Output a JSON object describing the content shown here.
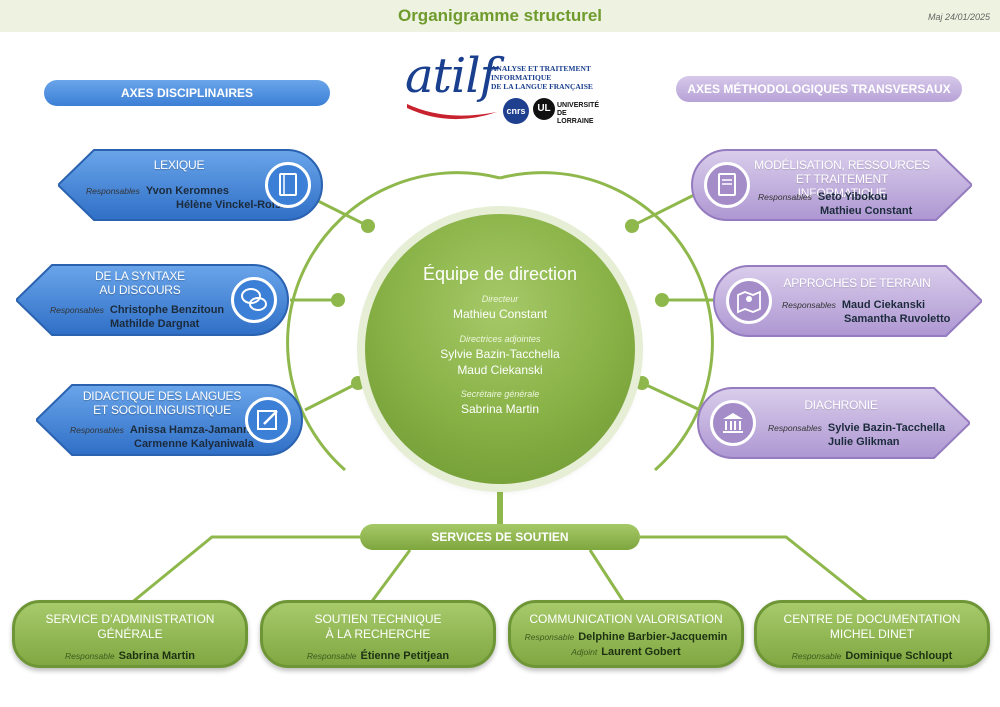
{
  "page": {
    "title": "Organigramme structurel",
    "updated": "Maj 24/01/2025"
  },
  "logo": {
    "word": "atilf",
    "tagline": [
      "ANALYSE ET TRAITEMENT",
      "INFORMATIQUE",
      "DE LA LANGUE FRANÇAISE"
    ],
    "cnrs": "cnrs",
    "ul": "UL",
    "ul_text": [
      "UNIVERSITÉ",
      "DE LORRAINE"
    ]
  },
  "headers": {
    "left": "AXES DISCIPLINAIRES",
    "right": "AXES MÉTHODOLOGIQUES TRANSVERSAUX"
  },
  "responsables_label": "Responsables",
  "responsable_label": "Responsable",
  "adjoint_label": "Adjoint",
  "left_axes": [
    {
      "title": [
        "LEXIQUE"
      ],
      "people": [
        "Yvon Keromnes",
        "Hélène Vinckel-Roisin"
      ],
      "icon": "book-icon"
    },
    {
      "title": [
        "DE LA SYNTAXE",
        "AU DISCOURS"
      ],
      "people": [
        "Christophe Benzitoun",
        "Mathilde Dargnat"
      ],
      "icon": "speech-bubbles-icon"
    },
    {
      "title": [
        "DIDACTIQUE DES LANGUES",
        "ET SOCIOLINGUISTIQUE"
      ],
      "people": [
        "Anissa Hamza-Jamann",
        "Carmenne Kalyaniwala"
      ],
      "icon": "edit-icon"
    }
  ],
  "right_axes": [
    {
      "title": [
        "MODÉLISATION, RESSOURCES",
        "ET TRAITEMENT INFORMATIQUE"
      ],
      "people": [
        "Seto Yibokou",
        "Mathieu Constant"
      ],
      "icon": "computer-icon"
    },
    {
      "title": [
        "APPROCHES DE TERRAIN"
      ],
      "people": [
        "Maud Ciekanski",
        "Samantha Ruvoletto"
      ],
      "icon": "map-pin-icon"
    },
    {
      "title": [
        "DIACHRONIE"
      ],
      "people": [
        "Sylvie Bazin-Tacchella",
        "Julie Glikman"
      ],
      "icon": "institution-icon"
    }
  ],
  "center": {
    "title": "Équipe de direction",
    "director_role": "Directeur",
    "director": "Mathieu Constant",
    "deputies_role": "Directrices adjointes",
    "deputies": [
      "Sylvie Bazin-Tacchella",
      "Maud Ciekanski"
    ],
    "secretary_role": "Secrétaire générale",
    "secretary": "Sabrina Martin"
  },
  "services_header": "SERVICES DE SOUTIEN",
  "services": [
    {
      "title": [
        "SERVICE D’ADMINISTRATION",
        "GÉNÉRALE"
      ],
      "responsable": "Sabrina Martin"
    },
    {
      "title": [
        "SOUTIEN TECHNIQUE",
        "À LA RECHERCHE"
      ],
      "responsable": "Étienne Petitjean"
    },
    {
      "title": [
        "COMMUNICATION VALORISATION"
      ],
      "responsable": "Delphine Barbier-Jacquemin",
      "adjoint": "Laurent Gobert"
    },
    {
      "title": [
        "CENTRE DE DOCUMENTATION",
        "MICHEL DINET"
      ],
      "responsable": "Dominique Schloupt"
    }
  ],
  "colors": {
    "green": "#86b044",
    "blue": "#3b7fd6",
    "violet": "#a48cc9",
    "line": "#8fb84c"
  }
}
